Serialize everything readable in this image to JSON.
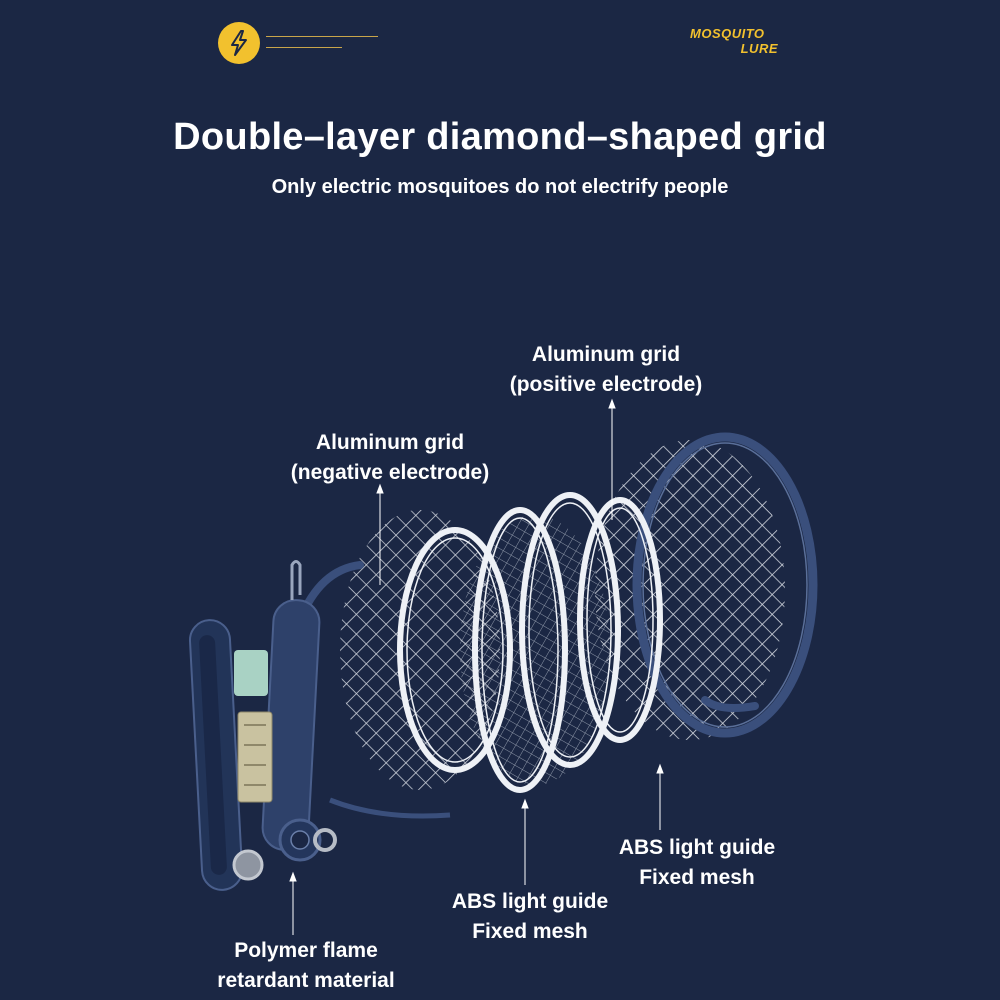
{
  "brand": {
    "line1": "MOSQUITO",
    "line2": "LURE",
    "icon": "lightning-bolt-icon"
  },
  "header": {
    "title": "Double–layer diamond–shaped grid",
    "subtitle": "Only electric mosquitoes do not electrify people"
  },
  "labels": {
    "positive": {
      "line1": "Aluminum grid",
      "line2": "(positive electrode)"
    },
    "negative": {
      "line1": "Aluminum grid",
      "line2": "(negative electrode)"
    },
    "abs_right": {
      "line1": "ABS light guide",
      "line2": "Fixed mesh"
    },
    "abs_center": {
      "line1": "ABS light guide",
      "line2": "Fixed mesh"
    },
    "polymer": {
      "line1": "Polymer flame",
      "line2": "retardant material"
    }
  },
  "colors": {
    "background": "#1b2744",
    "accent": "#f2c12e",
    "frame": "#3a4f7c",
    "mesh": "#e6e9ef"
  }
}
